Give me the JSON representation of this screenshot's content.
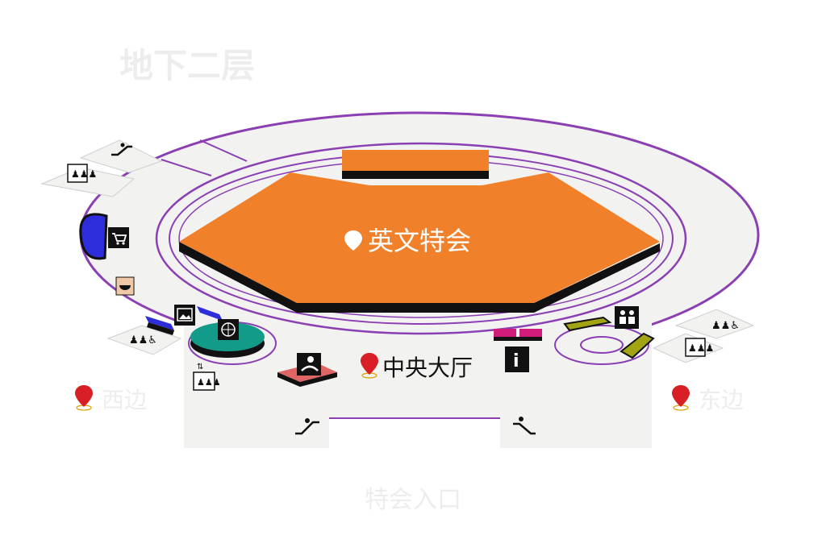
{
  "floor_title": "地下二层",
  "hall_label": "英文特会",
  "center_label": "中央大厅",
  "west_label": "西边",
  "east_label": "东边",
  "entrance_label": "特会入口",
  "colors": {
    "hall": "#f0802a",
    "ring": "#8a3fb3",
    "floor": "#f2f2f0",
    "pin": "#d81f26",
    "teal": "#129b88",
    "blue": "#2d2ddc",
    "olive": "#a3a414",
    "pink": "#e06666",
    "magenta": "#d01d7a"
  },
  "icons": [
    "escalator-icon",
    "elevator-icon",
    "shopping-cart-icon",
    "food-bowl-icon",
    "gallery-icon",
    "globe-icon",
    "restroom-icon",
    "nursery-icon",
    "info-icon",
    "family-icon",
    "accessible-restroom-icon"
  ]
}
